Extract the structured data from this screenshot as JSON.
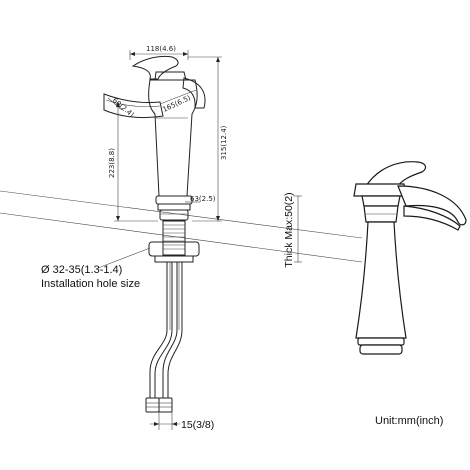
{
  "dimensions": {
    "spout_length": "118(4.6)",
    "spout_opening": "60(2.4)",
    "handle_offset": "165(6.5)",
    "total_height": "315(12.4)",
    "base_height": "223(8.8)",
    "base_diameter": "63(2.5)",
    "thread_size": "15(3/8)"
  },
  "labels": {
    "hole_size": "Ø 32-35(1.3-1.4)",
    "hole_caption": "Installation hole size",
    "thickness": "Thick Max:50(2)",
    "unit": "Unit:mm(inch)"
  }
}
